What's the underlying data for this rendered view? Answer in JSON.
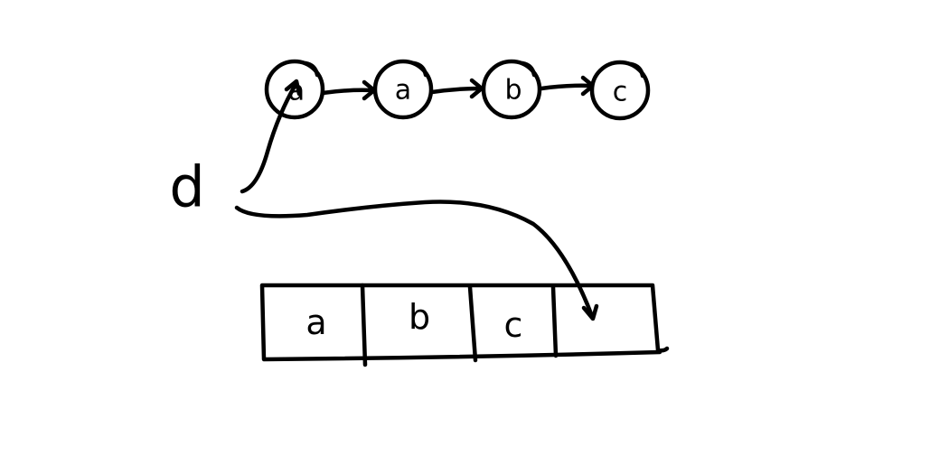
{
  "colors": {
    "ink": "#000000",
    "background": "#ffffff"
  },
  "variable": {
    "label": "d"
  },
  "linked_list": {
    "nodes": [
      {
        "label": "a"
      },
      {
        "label": "a"
      },
      {
        "label": "b"
      },
      {
        "label": "c"
      }
    ]
  },
  "array": {
    "cells": [
      {
        "label": "a"
      },
      {
        "label": "b"
      },
      {
        "label": "c"
      },
      {
        "label": ""
      }
    ]
  }
}
